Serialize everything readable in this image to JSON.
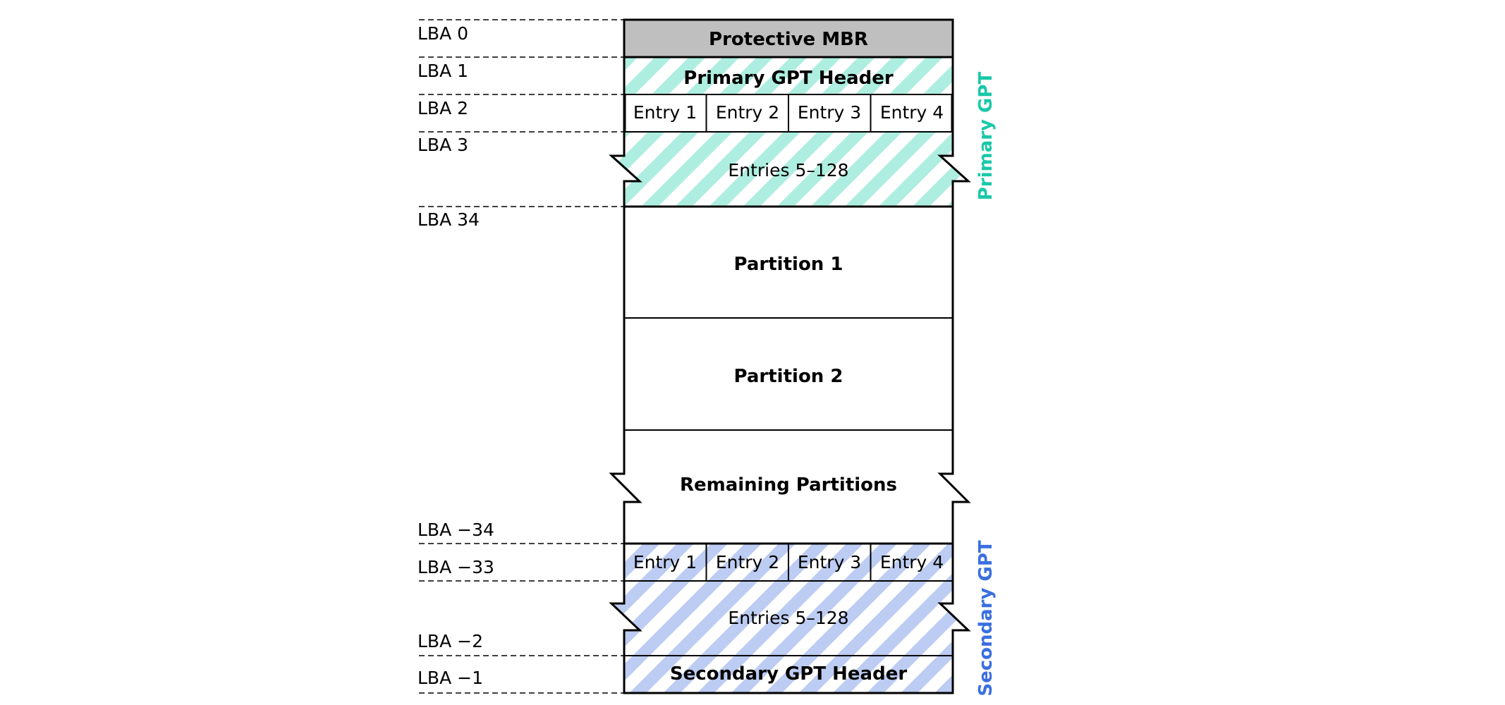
{
  "lba_labels": {
    "lba0": "LBA 0",
    "lba1": "LBA 1",
    "lba2": "LBA 2",
    "lba3": "LBA 3",
    "lba34": "LBA 34",
    "lba_m34": "LBA −34",
    "lba_m33": "LBA −33",
    "lba_m2": "LBA −2",
    "lba_m1": "LBA −1"
  },
  "blocks": {
    "protective_mbr": "Protective MBR",
    "primary_header": "Primary GPT Header",
    "primary_entries": [
      "Entry 1",
      "Entry 2",
      "Entry 3",
      "Entry 4"
    ],
    "primary_entries_rest": "Entries 5–128",
    "partition1": "Partition 1",
    "partition2": "Partition 2",
    "remaining": "Remaining Partitions",
    "secondary_entries": [
      "Entry 1",
      "Entry 2",
      "Entry 3",
      "Entry 4"
    ],
    "secondary_entries_rest": "Entries 5–128",
    "secondary_header": "Secondary GPT Header"
  },
  "side_labels": {
    "primary": "Primary GPT",
    "secondary": "Secondary GPT"
  },
  "colors": {
    "primary": "#1ac8a8",
    "primary_stripe": "#adeee0",
    "secondary": "#3a6fe0",
    "secondary_stripe": "#bcccf2",
    "mbr_fill": "#bfbfbf"
  }
}
